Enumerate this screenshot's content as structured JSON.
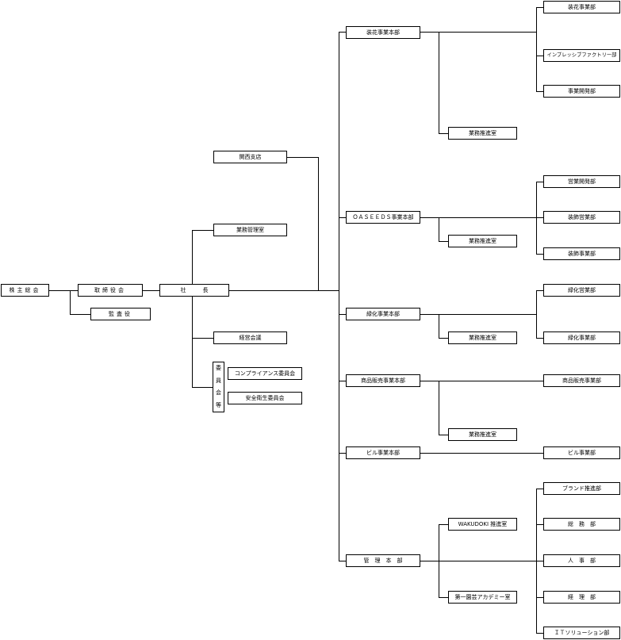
{
  "board": {
    "shareholders": "株主総会",
    "directors": "取締役会",
    "auditor": "監査役",
    "president": "社　　　長"
  },
  "staff": {
    "kansai": "関西支店",
    "admin_office": "業務管理室",
    "management_meeting": "経営会議",
    "committees_label": [
      "委",
      "員",
      "会",
      "等"
    ],
    "compliance": "コンプライアンス委員会",
    "safety": "安全衛生委員会"
  },
  "divisions": {
    "soka": {
      "name": "装花事業本部",
      "office": "業務推進室",
      "depts": [
        "装花事業部",
        "インプレッシブファクトリー部",
        "事業開発部"
      ]
    },
    "oaseeds": {
      "name": "ＯＡＳＥＥＤＳ事業本部",
      "office": "業務推進室",
      "depts": [
        "営業開発部",
        "装飾営業部",
        "装飾事業部"
      ]
    },
    "ryokka": {
      "name": "緑化事業本部",
      "office": "業務推進室",
      "depts": [
        "緑化営業部",
        "緑化事業部"
      ]
    },
    "shohin": {
      "name": "商品販売事業本部",
      "office": "業務推進室",
      "depts": [
        "商品販売事業部"
      ]
    },
    "biru": {
      "name": "ビル事業本部",
      "depts": [
        "ビル事業部"
      ]
    },
    "kanri": {
      "name": "管　理　本　部",
      "offices": [
        "WAKUDOKI 推進室",
        "第一園芸アカデミー室"
      ],
      "depts": [
        "ブランド推進部",
        "総　務　部",
        "人　事　部",
        "経　理　部",
        "ＩＴソリューション部"
      ]
    }
  }
}
